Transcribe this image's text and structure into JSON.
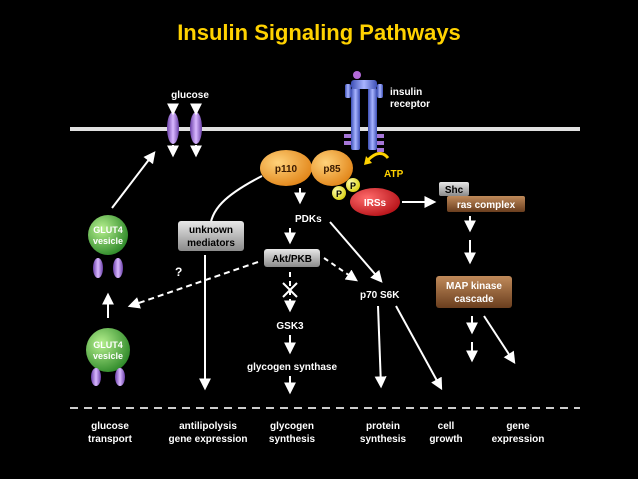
{
  "title": "Insulin Signaling Pathways",
  "colors": {
    "background": "#000000",
    "title": "#ffd200",
    "membrane": "#e0e0e0",
    "arrow": "#ffffff",
    "p110_orange": "#f3a233",
    "irs_red": "#d8232a",
    "phosphate_yellow": "#f5f02a",
    "glut4_green": "#55b84b",
    "receptor_blue": "#6f7fd8",
    "transporter_purple": "#a676d8",
    "brown_box": "#8b5a35"
  },
  "labels": {
    "glucose": "glucose",
    "insulin_receptor_line1": "insulin",
    "insulin_receptor_line2": "receptor",
    "p110": "p110",
    "p85": "p85",
    "atp": "ATP",
    "p": "P",
    "irss": "IRSs",
    "shc": "Shc",
    "ras_complex": "ras complex",
    "pdks": "PDKs",
    "glut4_vesicle_line1": "GLUT4",
    "glut4_vesicle_line2": "vesicle",
    "unknown_mediators_line1": "unknown",
    "unknown_mediators_line2": "mediators",
    "akt_pkb": "Akt/PKB",
    "question": "?",
    "p70_s6k": "p70 S6K",
    "map_kinase_line1": "MAP kinase",
    "map_kinase_line2": "cascade",
    "gsk3": "GSK3",
    "glycogen_synthase": "glycogen synthase"
  },
  "outcomes": [
    {
      "line1": "glucose",
      "line2": "transport"
    },
    {
      "line1": "antilipolysis",
      "line2": "gene expression"
    },
    {
      "line1": "glycogen",
      "line2": "synthesis"
    },
    {
      "line1": "protein",
      "line2": "synthesis"
    },
    {
      "line1": "cell",
      "line2": "growth"
    },
    {
      "line1": "gene",
      "line2": "expression"
    }
  ]
}
